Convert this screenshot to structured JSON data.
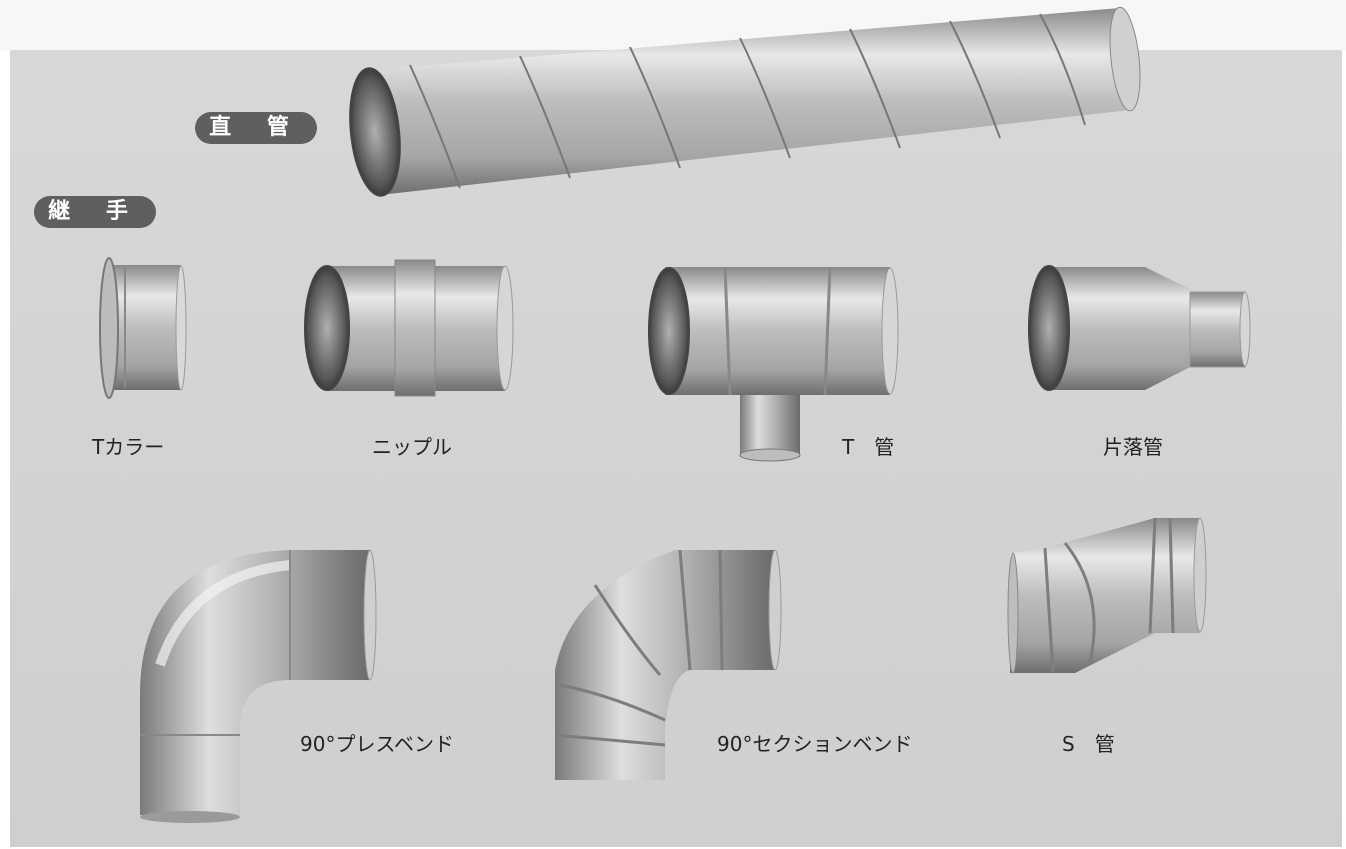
{
  "section_labels": {
    "straight_pipe": "直 管",
    "fittings": "継 手"
  },
  "fittings": {
    "t_collar": "Tカラー",
    "nipple": "ニップル",
    "t_pipe": "T　管",
    "reducer": "片落管",
    "press_bend": "90°プレスベンド",
    "section_bend": "90°セクションベンド",
    "s_pipe": "S　管"
  },
  "colors": {
    "background": "#d3d3d3",
    "label_pill": "#5f5f5f",
    "metal_light": "#e6e6e6",
    "metal_dark": "#7a7a7a"
  }
}
